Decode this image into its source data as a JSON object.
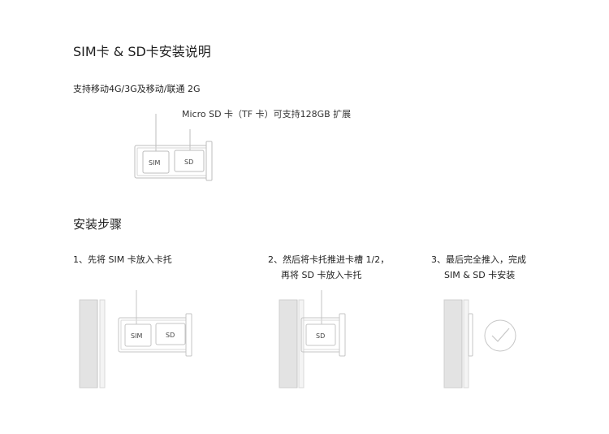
{
  "title": "SIM卡 & SD卡安装说明",
  "support_text": "支持移动4G/3G及移动/联通 2G",
  "microsd_note": "Micro SD 卡（TF 卡）可支持128GB 扩展",
  "tray_labels": {
    "sim": "SIM",
    "sd": "SD"
  },
  "steps_title": "安装步骤",
  "steps": [
    {
      "line1": "1、先将 SIM 卡放入卡托",
      "line2": ""
    },
    {
      "line1": "2、然后将卡托推进卡槽 1/2，",
      "line2": "再将 SD 卡放入卡托"
    },
    {
      "line1": "3、最后完全推入，完成",
      "line2": "SIM & SD 卡安装"
    }
  ],
  "icons": [
    "checkmark-circle-icon"
  ]
}
